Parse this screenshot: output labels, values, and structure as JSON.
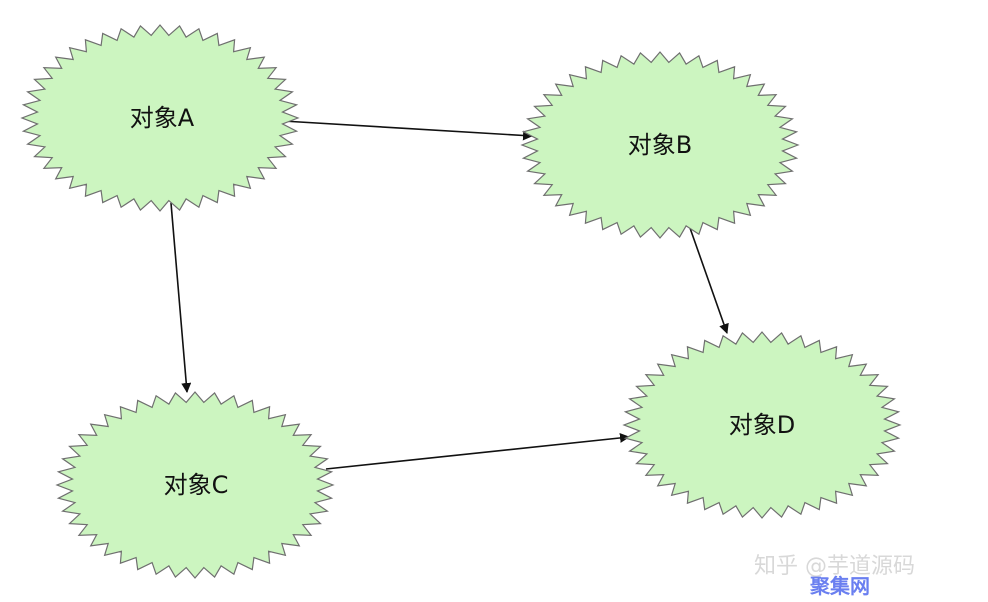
{
  "nodes": [
    {
      "id": "a",
      "label": "对象A"
    },
    {
      "id": "b",
      "label": "对象B"
    },
    {
      "id": "c",
      "label": "对象C"
    },
    {
      "id": "d",
      "label": "对象D"
    }
  ],
  "edges": [
    {
      "from": "a",
      "to": "b"
    },
    {
      "from": "a",
      "to": "c"
    },
    {
      "from": "b",
      "to": "d"
    },
    {
      "from": "c",
      "to": "d"
    }
  ],
  "colors": {
    "node_fill": "#ccf5c0",
    "node_stroke": "#6f6f6f",
    "edge": "#111111"
  },
  "watermark": {
    "zhihu": "知乎 @芋道源码",
    "site": "聚集网"
  }
}
